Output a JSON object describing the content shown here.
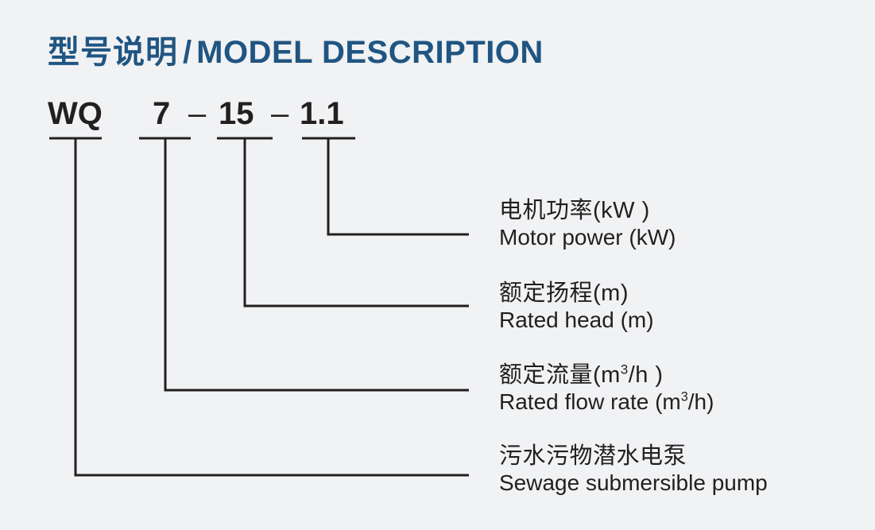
{
  "title": {
    "cn": "型号说明",
    "separator": "/",
    "en": "MODEL DESCRIPTION",
    "color": "#1f5582"
  },
  "model_code": {
    "full": "WQ 7 - 15 - 1.1",
    "prefix": "WQ",
    "flow_value": "7",
    "dash1": "–",
    "head_value": "15",
    "dash2": "–",
    "power_value": "1.1"
  },
  "descriptions": [
    {
      "key": "motor-power",
      "cn": "电机功率(kW )",
      "en": "Motor power (kW)",
      "refers_to": "1.1"
    },
    {
      "key": "rated-head",
      "cn": "额定扬程(m)",
      "en": "Rated head (m)",
      "refers_to": "15"
    },
    {
      "key": "rated-flow-rate",
      "cn_pre": "额定流量(m",
      "cn_sup": "3",
      "cn_post": "/h )",
      "en_pre": "Rated flow rate (m",
      "en_sup": "3",
      "en_post": "/h)",
      "refers_to": "7"
    },
    {
      "key": "sewage-submersible-pump",
      "cn": "污水污物潜水电泵",
      "en": "Sewage submersible pump",
      "refers_to": "WQ"
    }
  ],
  "style": {
    "background": "#f1f2f3",
    "line_color": "#231f20",
    "text_color": "#231f20"
  }
}
